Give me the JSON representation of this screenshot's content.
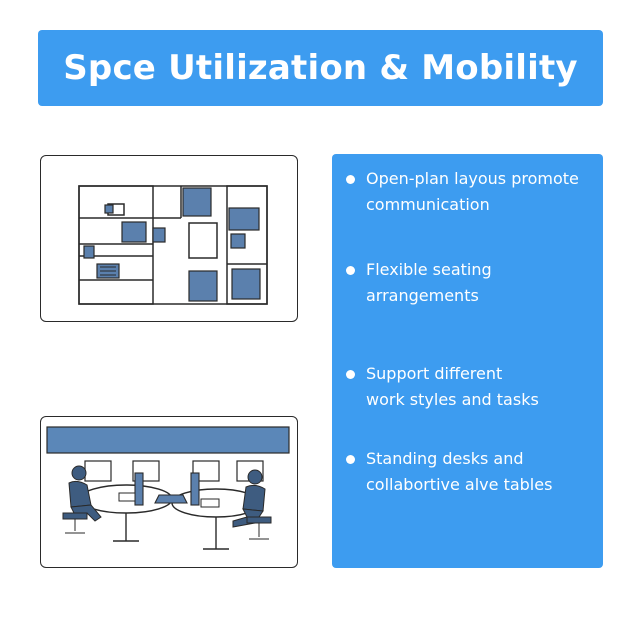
{
  "header": {
    "title": "Spce Utilization & Mobility"
  },
  "bullets": [
    {
      "line1": "Open-plan layous promote",
      "line2": "communication"
    },
    {
      "line1": "Flexible seating",
      "line2": "arrangements"
    },
    {
      "line1": "Support different",
      "line2": "work styles and tasks"
    },
    {
      "line1": "Standing desks and",
      "line2": "collabortive alve tables"
    }
  ],
  "colors": {
    "accent": "#3d9cf0",
    "furniture_fill": "#5b80ad",
    "outline": "#2a2a2a",
    "banner_fill": "#5b87b8"
  },
  "icons": {
    "floorplan": "office-floorplan-icon",
    "workspace": "collaborative-workspace-icon"
  }
}
